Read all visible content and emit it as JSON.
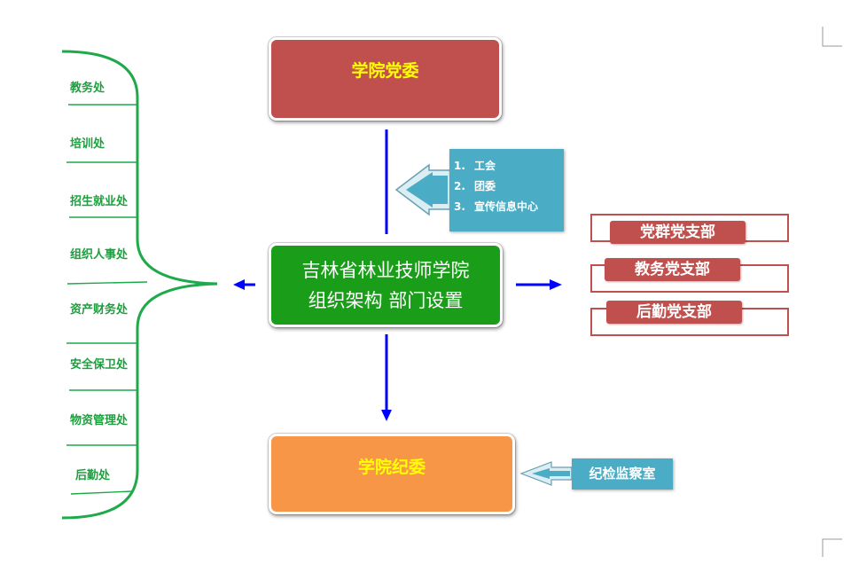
{
  "top_box": {
    "label": "学院党委"
  },
  "center_box": {
    "line1": "吉林省林业技师学院",
    "line2": "组织架构 部门设置"
  },
  "bottom_box": {
    "label": "学院纪委"
  },
  "affiliates": [
    {
      "num": "1.",
      "label": "工会"
    },
    {
      "num": "2.",
      "label": "团委"
    },
    {
      "num": "3.",
      "label": "宣传信息中心"
    }
  ],
  "inspection_office": "纪检监察室",
  "branches": [
    "党群党支部",
    "教务党支部",
    "后勤党支部"
  ],
  "departments": [
    "教务处",
    "培训处",
    "招生就业处",
    "组织人事处",
    "资产财务处",
    "安全保卫处",
    "物资管理处",
    "后勤处"
  ],
  "colors": {
    "party": "#c0504d",
    "center": "#1a9e1a",
    "discipline": "#f79646",
    "callout": "#4bacc6",
    "arrow": "#0000ff",
    "department": "#1e9e3e"
  }
}
